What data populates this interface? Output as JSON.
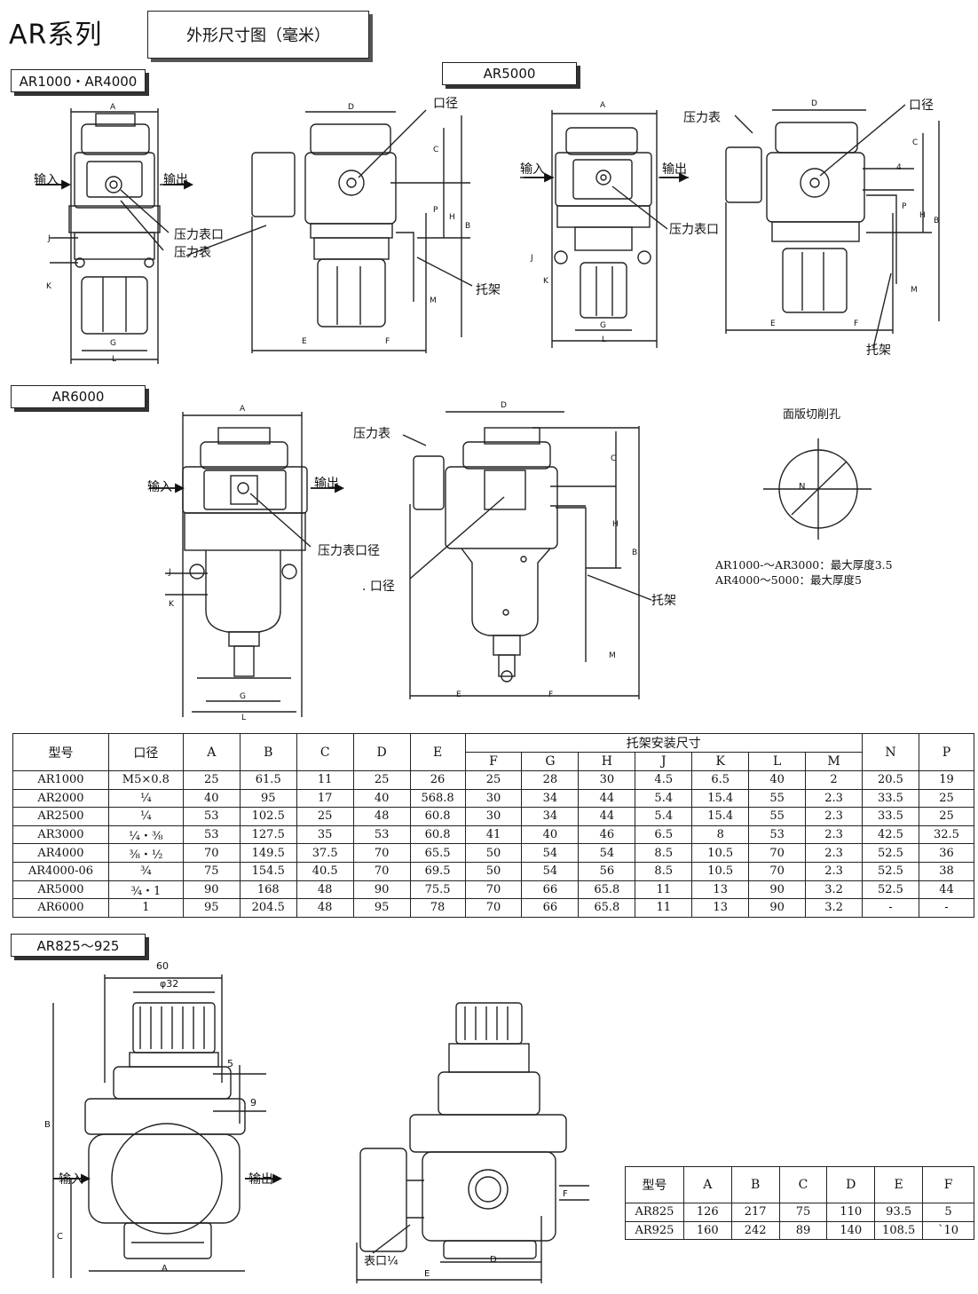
{
  "header": {
    "series_title": "AR系列",
    "doc_title": "外形尺寸图（毫米）"
  },
  "sections": {
    "ar1000_4000": "AR1000・AR4000",
    "ar5000": "AR5000",
    "ar6000": "AR6000",
    "ar825_925": "AR825～925"
  },
  "labels": {
    "input": "输入",
    "output": "输出",
    "gauge_port": "压力表口",
    "gauge": "压力表",
    "port": "口径",
    "gauge_port_dia": "压力表口径",
    "port_dot": ". 口径",
    "bracket": "托架",
    "panel_cut": "面版切削孔",
    "gauge_port_q": "表口¼"
  },
  "dims": {
    "A": "A",
    "B": "B",
    "C": "C",
    "D": "D",
    "E": "E",
    "F": "F",
    "G": "G",
    "H": "H",
    "J": "J",
    "K": "K",
    "L": "L",
    "M": "M",
    "N": "N",
    "P": "P",
    "d60": "60",
    "d32": "φ32",
    "d5": "5",
    "d9": "9",
    "d4": "4"
  },
  "panel_notes": [
    "AR1000-～AR3000：最大厚度3.5",
    "AR4000～5000：最大厚度5"
  ],
  "spec_table": {
    "headers": {
      "model": "型号",
      "port": "口径",
      "A": "A",
      "B": "B",
      "C": "C",
      "D": "D",
      "E": "E",
      "bracket_group": "托架安装尺寸",
      "F": "F",
      "G": "G",
      "H": "H",
      "J": "J",
      "K": "K",
      "L": "L",
      "M": "M",
      "N": "N",
      "P": "P"
    },
    "rows": [
      [
        "AR1000",
        "M5×0.8",
        "25",
        "61.5",
        "11",
        "25",
        "26",
        "25",
        "28",
        "30",
        "4.5",
        "6.5",
        "40",
        "2",
        "20.5",
        "19"
      ],
      [
        "AR2000",
        "¼",
        "40",
        "95",
        "17",
        "40",
        "568.8",
        "30",
        "34",
        "44",
        "5.4",
        "15.4",
        "55",
        "2.3",
        "33.5",
        "25"
      ],
      [
        "AR2500",
        "¼",
        "53",
        "102.5",
        "25",
        "48",
        "60.8",
        "30",
        "34",
        "44",
        "5.4",
        "15.4",
        "55",
        "2.3",
        "33.5",
        "25"
      ],
      [
        "AR3000",
        "¼・⅜",
        "53",
        "127.5",
        "35",
        "53",
        "60.8",
        "41",
        "40",
        "46",
        "6.5",
        "8",
        "53",
        "2.3",
        "42.5",
        "32.5"
      ],
      [
        "AR4000",
        "⅜・½",
        "70",
        "149.5",
        "37.5",
        "70",
        "65.5",
        "50",
        "54",
        "54",
        "8.5",
        "10.5",
        "70",
        "2.3",
        "52.5",
        "36"
      ],
      [
        "AR4000-06",
        "¾",
        "75",
        "154.5",
        "40.5",
        "70",
        "69.5",
        "50",
        "54",
        "56",
        "8.5",
        "10.5",
        "70",
        "2.3",
        "52.5",
        "38"
      ],
      [
        "AR5000",
        "¾・1",
        "90",
        "168",
        "48",
        "90",
        "75.5",
        "70",
        "66",
        "65.8",
        "11",
        "13",
        "90",
        "3.2",
        "52.5",
        "44"
      ],
      [
        "AR6000",
        "1",
        "95",
        "204.5",
        "48",
        "95",
        "78",
        "70",
        "66",
        "65.8",
        "11",
        "13",
        "90",
        "3.2",
        "-",
        "-"
      ]
    ]
  },
  "small_table": {
    "headers": [
      "型号",
      "A",
      "B",
      "C",
      "D",
      "E",
      "F"
    ],
    "rows": [
      [
        "AR825",
        "126",
        "217",
        "75",
        "110",
        "93.5",
        "5"
      ],
      [
        "AR925",
        "160",
        "242",
        "89",
        "140",
        "108.5",
        "`10"
      ]
    ]
  }
}
